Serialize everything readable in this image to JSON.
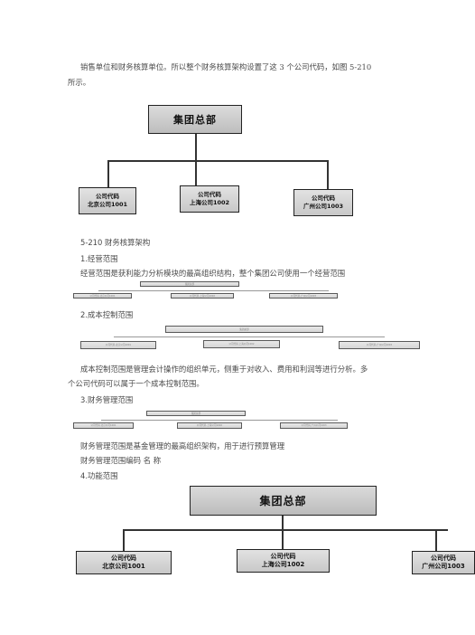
{
  "intro": {
    "line1": "销售单位和财务核算单位。所以整个财务核算架构设置了这 3 个公司代码，如图 5-210",
    "line2": "所示。"
  },
  "chart_main": {
    "root": "集团总部",
    "children": [
      {
        "code_label": "公司代码",
        "name": "北京公司1001"
      },
      {
        "code_label": "公司代码",
        "name": "上海公司1002"
      },
      {
        "code_label": "公司代码",
        "name": "广州公司1003"
      }
    ]
  },
  "figure_caption": "5-210 财务核算架构",
  "section1": {
    "heading": "1.经营范围",
    "body": "经营范围是获利能力分析模块的最高组织结构，整个集团公司使用一个经营范围"
  },
  "section2": {
    "heading": "2.成本控制范围",
    "body_line1": "成本控制范围是管理会计操作的组织单元，侧重于对收入、费用和利润等进行分析。多",
    "body_line2": "个公司代码可以属于一个成本控制范围。"
  },
  "section3": {
    "heading": "3.财务管理范围",
    "body": "财务管理范围是基金管理的最高组织架构，用于进行预算管理",
    "note": "财务管理范围编码  名  称"
  },
  "section4": {
    "heading": "4.功能范围"
  },
  "mini_chart": {
    "root": "集团总部",
    "children": [
      {
        "name": "公司代码 北京公司1001"
      },
      {
        "name": "公司代码 上海公司1002"
      },
      {
        "name": "公司代码 广州公司1003"
      }
    ]
  },
  "chart_bottom": {
    "root": "集团总部",
    "children": [
      {
        "code_label": "公司代码",
        "name": "北京公司1001"
      },
      {
        "code_label": "公司代码",
        "name": "上海公司1002"
      },
      {
        "code_label": "公司代码",
        "name": "广州公司1003"
      }
    ]
  }
}
